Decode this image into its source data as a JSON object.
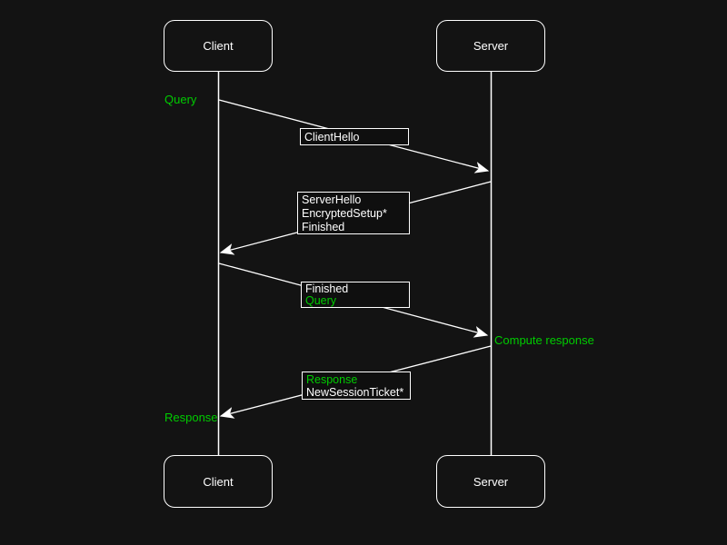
{
  "colors": {
    "background": "#131313",
    "stroke": "#ffffff",
    "text": "#ffffff",
    "accent_green": "#00cc00"
  },
  "actors": {
    "client": "Client",
    "server": "Server"
  },
  "side_labels": {
    "query": "Query",
    "compute_response": "Compute response",
    "response": "Response"
  },
  "messages": [
    {
      "name": "client-hello",
      "from": "client",
      "to": "server",
      "lines": [
        {
          "text": "ClientHello",
          "tone": "white"
        }
      ]
    },
    {
      "name": "server-hello",
      "from": "server",
      "to": "client",
      "lines": [
        {
          "text": "ServerHello",
          "tone": "white"
        },
        {
          "text": "EncryptedSetup*",
          "tone": "white"
        },
        {
          "text": "Finished",
          "tone": "white"
        }
      ]
    },
    {
      "name": "finished-query",
      "from": "client",
      "to": "server",
      "lines": [
        {
          "text": "Finished",
          "tone": "white"
        },
        {
          "text": "Query",
          "tone": "green"
        }
      ]
    },
    {
      "name": "response-ticket",
      "from": "server",
      "to": "client",
      "lines": [
        {
          "text": "Response",
          "tone": "green"
        },
        {
          "text": "NewSessionTicket*",
          "tone": "white"
        }
      ]
    }
  ]
}
